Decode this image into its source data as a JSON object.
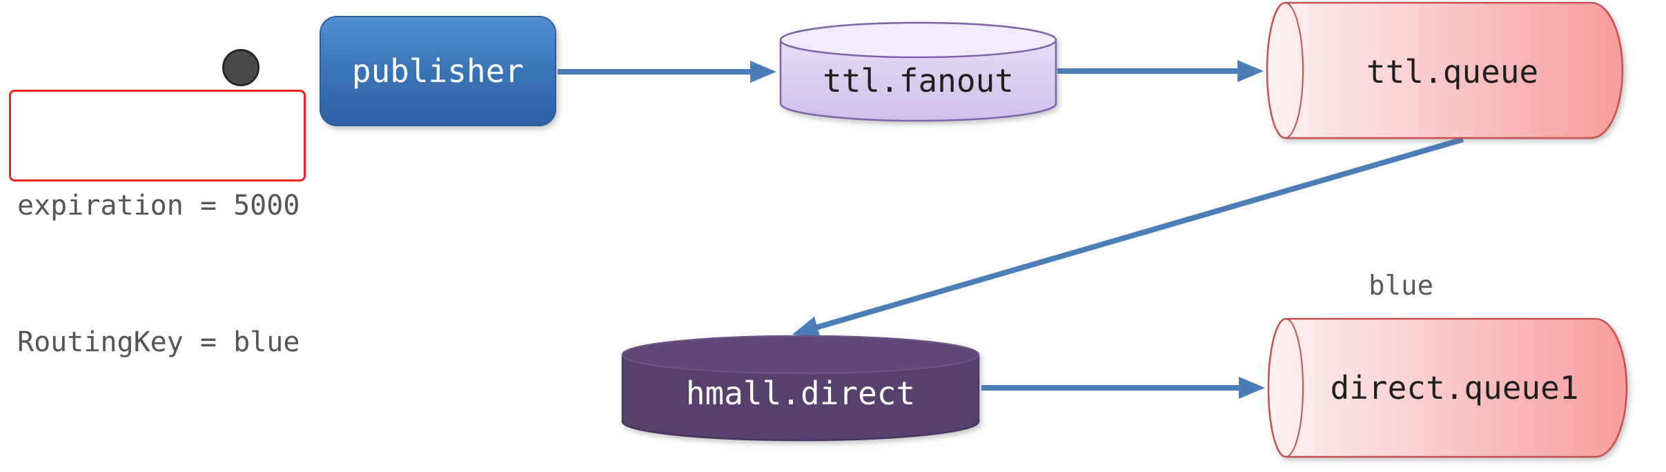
{
  "nodes": {
    "publisher": {
      "label": "publisher"
    },
    "ttl_fanout": {
      "label": "ttl.fanout"
    },
    "ttl_queue": {
      "label": "ttl.queue"
    },
    "hmall_direct": {
      "label": "hmall.direct"
    },
    "direct_queue1": {
      "label": "direct.queue1"
    }
  },
  "message": {
    "properties": {
      "line1": "expiration = 5000",
      "line2": "RoutingKey = blue"
    }
  },
  "bindings": {
    "routing_key": "blue"
  },
  "edges": [
    {
      "from": "publisher",
      "to": "ttl.fanout"
    },
    {
      "from": "ttl.fanout",
      "to": "ttl.queue"
    },
    {
      "from": "ttl.queue",
      "to": "hmall.direct"
    },
    {
      "from": "hmall.direct",
      "to": "direct.queue1"
    }
  ],
  "colors": {
    "arrow": "#4b7db8",
    "publisher_top": "#5390cf",
    "publisher_bottom": "#2d61a3",
    "fanout_fill_light": "#f1ebfb",
    "fanout_fill_dark": "#cfc0ea",
    "fanout_border": "#7e64a8",
    "queue_fill_light": "#fdf2f2",
    "queue_fill_dark": "#f89c9c",
    "queue_border": "#c4504f",
    "direct_exchange_fill": "#58406c",
    "direct_exchange_border": "#4a3560",
    "annotation_border": "#ee2222",
    "annotation_text": "#555555",
    "dot_fill": "#4a4a4a"
  }
}
